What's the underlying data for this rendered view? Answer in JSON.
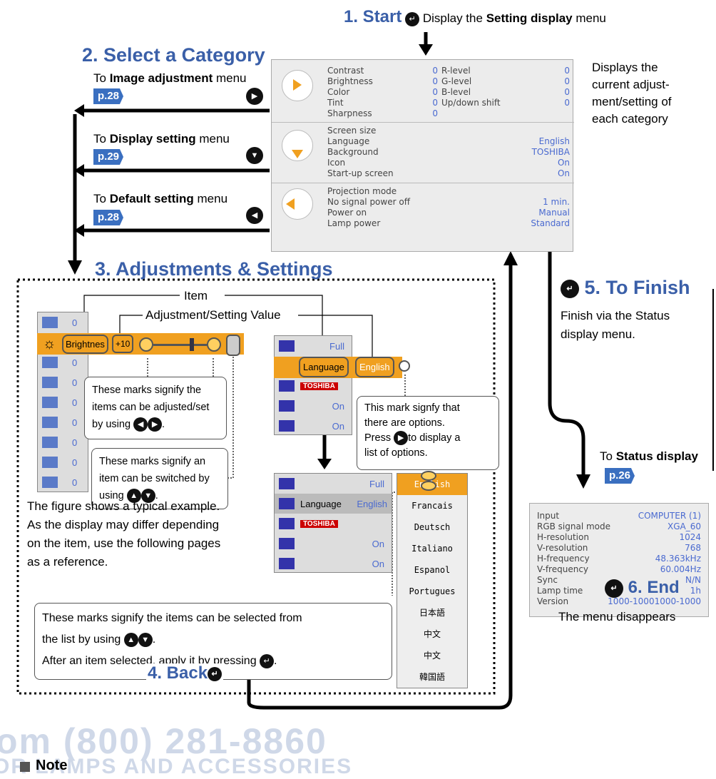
{
  "step1": {
    "num": "1. Start",
    "pre": "Display the",
    "bold": "Setting display",
    "post": "menu"
  },
  "step2": {
    "title": "2. Select a Category"
  },
  "nav": [
    {
      "pre": "To",
      "bold": "Image adjustment",
      "post": "menu",
      "page": "p.28",
      "icon": "right-arrow-icon"
    },
    {
      "pre": "To",
      "bold": "Display setting",
      "post": "menu",
      "page": "p.29",
      "icon": "down-arrow-icon"
    },
    {
      "pre": "To",
      "bold": "Default setting",
      "post": "menu",
      "page": "p.28",
      "icon": "left-arrow-icon"
    }
  ],
  "setting_panel": {
    "image": {
      "left": [
        [
          "Contrast",
          "0"
        ],
        [
          "Brightness",
          "0"
        ],
        [
          "Color",
          "0"
        ],
        [
          "Tint",
          "0"
        ],
        [
          "Sharpness",
          "0"
        ]
      ],
      "right": [
        [
          "R-level",
          "0"
        ],
        [
          "G-level",
          "0"
        ],
        [
          "B-level",
          "0"
        ],
        [
          "Up/down shift",
          "0"
        ]
      ]
    },
    "display": [
      [
        "Screen size",
        ""
      ],
      [
        "Language",
        "English"
      ],
      [
        "Background",
        "TOSHIBA"
      ],
      [
        "Icon",
        "On"
      ],
      [
        "Start-up screen",
        "On"
      ]
    ],
    "default": [
      [
        "Projection mode",
        ""
      ],
      [
        "No signal power off",
        "1 min."
      ],
      [
        "Power on",
        "Manual"
      ],
      [
        "Lamp power",
        "Standard"
      ]
    ]
  },
  "side_note": [
    "Displays the",
    "current adjust-",
    "ment/setting of",
    "each category"
  ],
  "step3": {
    "title": "3. Adjustments & Settings",
    "item_label": "Item",
    "value_label": "Adjustment/Setting Value"
  },
  "adj": {
    "brightness": "Brightnes",
    "value": "+10",
    "left_values": [
      "0",
      "0",
      "0",
      "0",
      "0",
      "0",
      "0",
      "0",
      "0"
    ]
  },
  "callouts": {
    "c1": [
      "These marks signify the",
      "items can be adjusted/set",
      "by using"
    ],
    "c2": [
      "These marks signify an",
      "item can be switched by",
      "using"
    ],
    "c3": [
      "This mark signfy that",
      "there are options.",
      "Press",
      "to display a",
      "list of options."
    ],
    "c4": [
      "These marks signify the items can be selected from",
      "the list by using",
      "After an item selected, apply it by pressing"
    ]
  },
  "menu_a": {
    "rows": [
      "Full",
      "Language",
      "TOSHIBA",
      "On",
      "On"
    ],
    "english": "English"
  },
  "menu_b": {
    "rows": [
      "Full",
      "Language",
      "TOSHIBA",
      "On",
      "On"
    ],
    "english": "English"
  },
  "lang_list": [
    "English",
    "Francais",
    "Deutsch",
    "Italiano",
    "Espanol",
    "Portugues",
    "日本語",
    "中文",
    "中文",
    "韓国語"
  ],
  "typical": [
    "The figure shows a typical example.",
    "As the display may differ depending",
    "on the item, use the following pages",
    "as a reference."
  ],
  "step4": {
    "title": "4. Back"
  },
  "step5": {
    "title": "5. To Finish",
    "desc": [
      "Finish via the Status",
      "display menu."
    ],
    "to": "To",
    "bold": "Status display",
    "page": "p.26"
  },
  "status": [
    [
      "Input",
      "COMPUTER (1)"
    ],
    [
      "RGB signal mode",
      "XGA_60"
    ],
    [
      "H-resolution",
      "1024"
    ],
    [
      "V-resolution",
      "768"
    ],
    [
      "H-frequency",
      "48.363kHz"
    ],
    [
      "V-frequency",
      "60.004Hz"
    ],
    [
      "Sync",
      "N/N"
    ],
    [
      "Lamp time",
      "1h"
    ],
    [
      "Version",
      "1000-10001000-1000"
    ]
  ],
  "step6": {
    "title": "6. End",
    "desc": "The menu disappears"
  },
  "watermark": {
    "line1": "om (800) 281-8860",
    "line2": "OR LAMPS AND ACCESSORIES"
  },
  "note": "Note"
}
